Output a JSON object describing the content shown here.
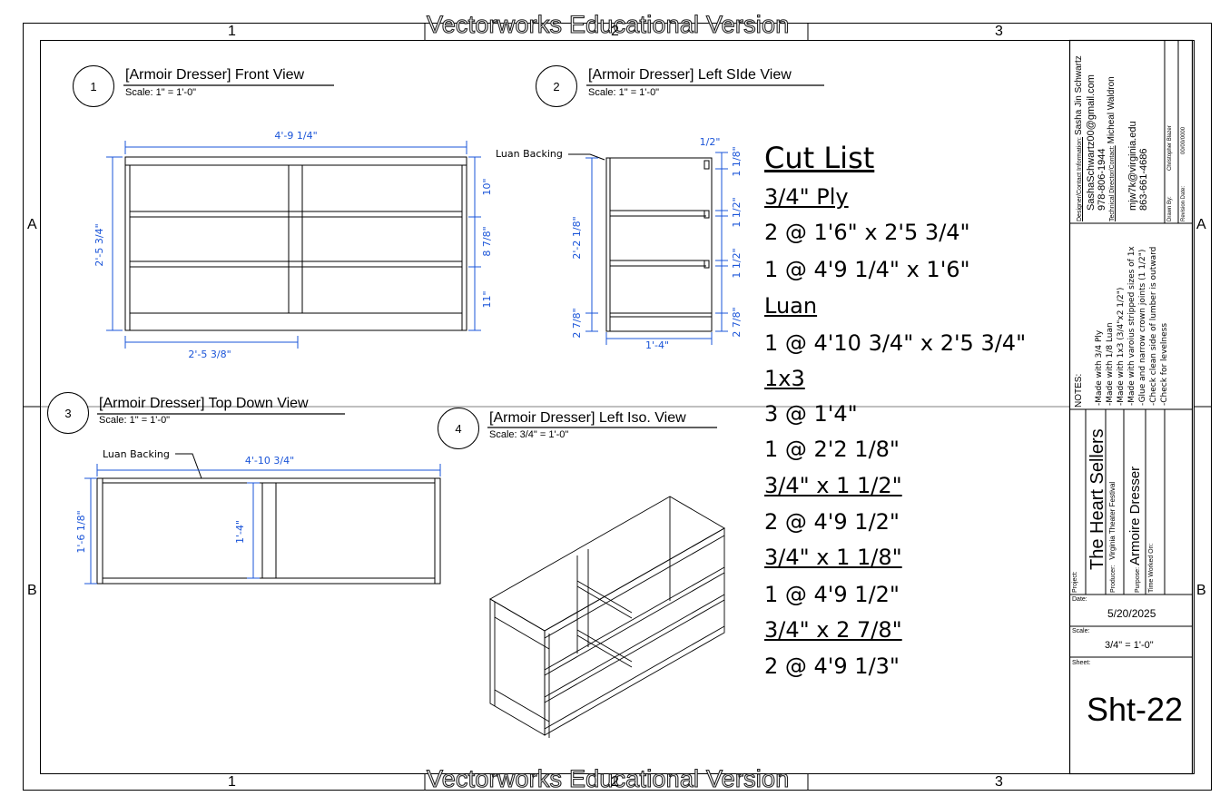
{
  "watermark": "Vectorworks Educational Version",
  "zones": {
    "columns": [
      "1",
      "2",
      "3"
    ],
    "rows": [
      "A",
      "B"
    ]
  },
  "views": [
    {
      "number": "1",
      "title": "[Armoir Dresser] Front View",
      "scale": "Scale: 1\" = 1'-0\""
    },
    {
      "number": "2",
      "title": "[Armoir Dresser] Left SIde View",
      "scale": "Scale: 1\" = 1'-0\""
    },
    {
      "number": "3",
      "title": "[Armoir Dresser] Top Down View",
      "scale": "Scale: 1\" = 1'-0\""
    },
    {
      "number": "4",
      "title": "[Armoir Dresser] Left Iso. View",
      "scale": "Scale: 3/4\" = 1'-0\""
    }
  ],
  "front_view": {
    "width": "4'-9 1/4\"",
    "height": "2'-5 3/4\"",
    "half_width": "2'-5 3/8\"",
    "spacing_top": "10\"",
    "spacing_mid": "8 7/8\"",
    "spacing_bottom": "11\""
  },
  "side_view": {
    "backing_label": "Luan Backing",
    "top_offset": "1/2\"",
    "height": "2'-2 1/8\"",
    "base": "2 7/8\"",
    "depth": "1'-4\"",
    "rail_top": "1 1/8\"",
    "rail_1": "1 1/2\"",
    "rail_2": "1 1/2\"",
    "rail_base": "2 7/8\""
  },
  "top_view": {
    "backing_label": "Luan Backing",
    "width": "4'-10 3/4\"",
    "depth": "1'-6 1/8\"",
    "inner_depth": "1'-4\""
  },
  "cut_list": {
    "title": "Cut List",
    "sections": [
      {
        "heading": "3/4\" Ply",
        "items": [
          "2 @ 1'6\" x 2'5 3/4\"",
          "1 @ 4'9 1/4\" x 1'6\""
        ]
      },
      {
        "heading": "Luan",
        "items": [
          "1 @ 4'10 3/4\" x 2'5 3/4\""
        ]
      },
      {
        "heading": "1x3",
        "items": [
          "3 @ 1'4\"",
          "1 @ 2'2 1/8\""
        ]
      },
      {
        "heading": "3/4\" x 1 1/2\"",
        "items": [
          "2 @ 4'9 1/2\""
        ]
      },
      {
        "heading": "3/4\" x 1 1/8\"",
        "items": [
          "1 @ 4'9 1/2\""
        ]
      },
      {
        "heading": "3/4\" x 2 7/8\"",
        "items": [
          "2 @ 4'9 1/3\""
        ]
      }
    ]
  },
  "title_block": {
    "designer_label": "Designer/Contact Information:",
    "designer_name": "Sasha Jin Schwartz",
    "designer_email": "SashaSchwartz00@gmail.com",
    "designer_phone": "978-806-1944",
    "td_label": "Technical Director/Contact:",
    "td_name": "Micheal Waldron",
    "td_email": "mjw7k@virginia.edu",
    "td_phone": "863-661-4686",
    "drawn_by_label": "Drawn By:",
    "drawn_by": "Christopher Blazer",
    "revision_label": "Revision Date:",
    "revision": "00/00/0000",
    "notes_label": "NOTES:",
    "notes": [
      "-Made with 3/4 Ply",
      "-Made with 1/8 Luan",
      "-Made with 1x3 (3/4\"x2 1/2\")",
      "-Made with varoius stripped sizes of 1x",
      "-Glue and narrow crown joints (1 1/2\")",
      "-Check clean side of lumber is outward",
      "-Check for levelness"
    ],
    "project_label": "Project:",
    "project": "The Heart Sellers",
    "producer_label": "Producer:",
    "producer": "Virginia Theater Festival",
    "purpose_label": "Purpose:",
    "purpose": "Armoire Dresser",
    "time_label": "Time Worked On:",
    "date_label": "Date:",
    "date": "5/20/2025",
    "scale_label": "Scale:",
    "scale": "3/4\" = 1'-0\"",
    "sheet_label": "Sheet:",
    "sheet": "Sht-22"
  }
}
